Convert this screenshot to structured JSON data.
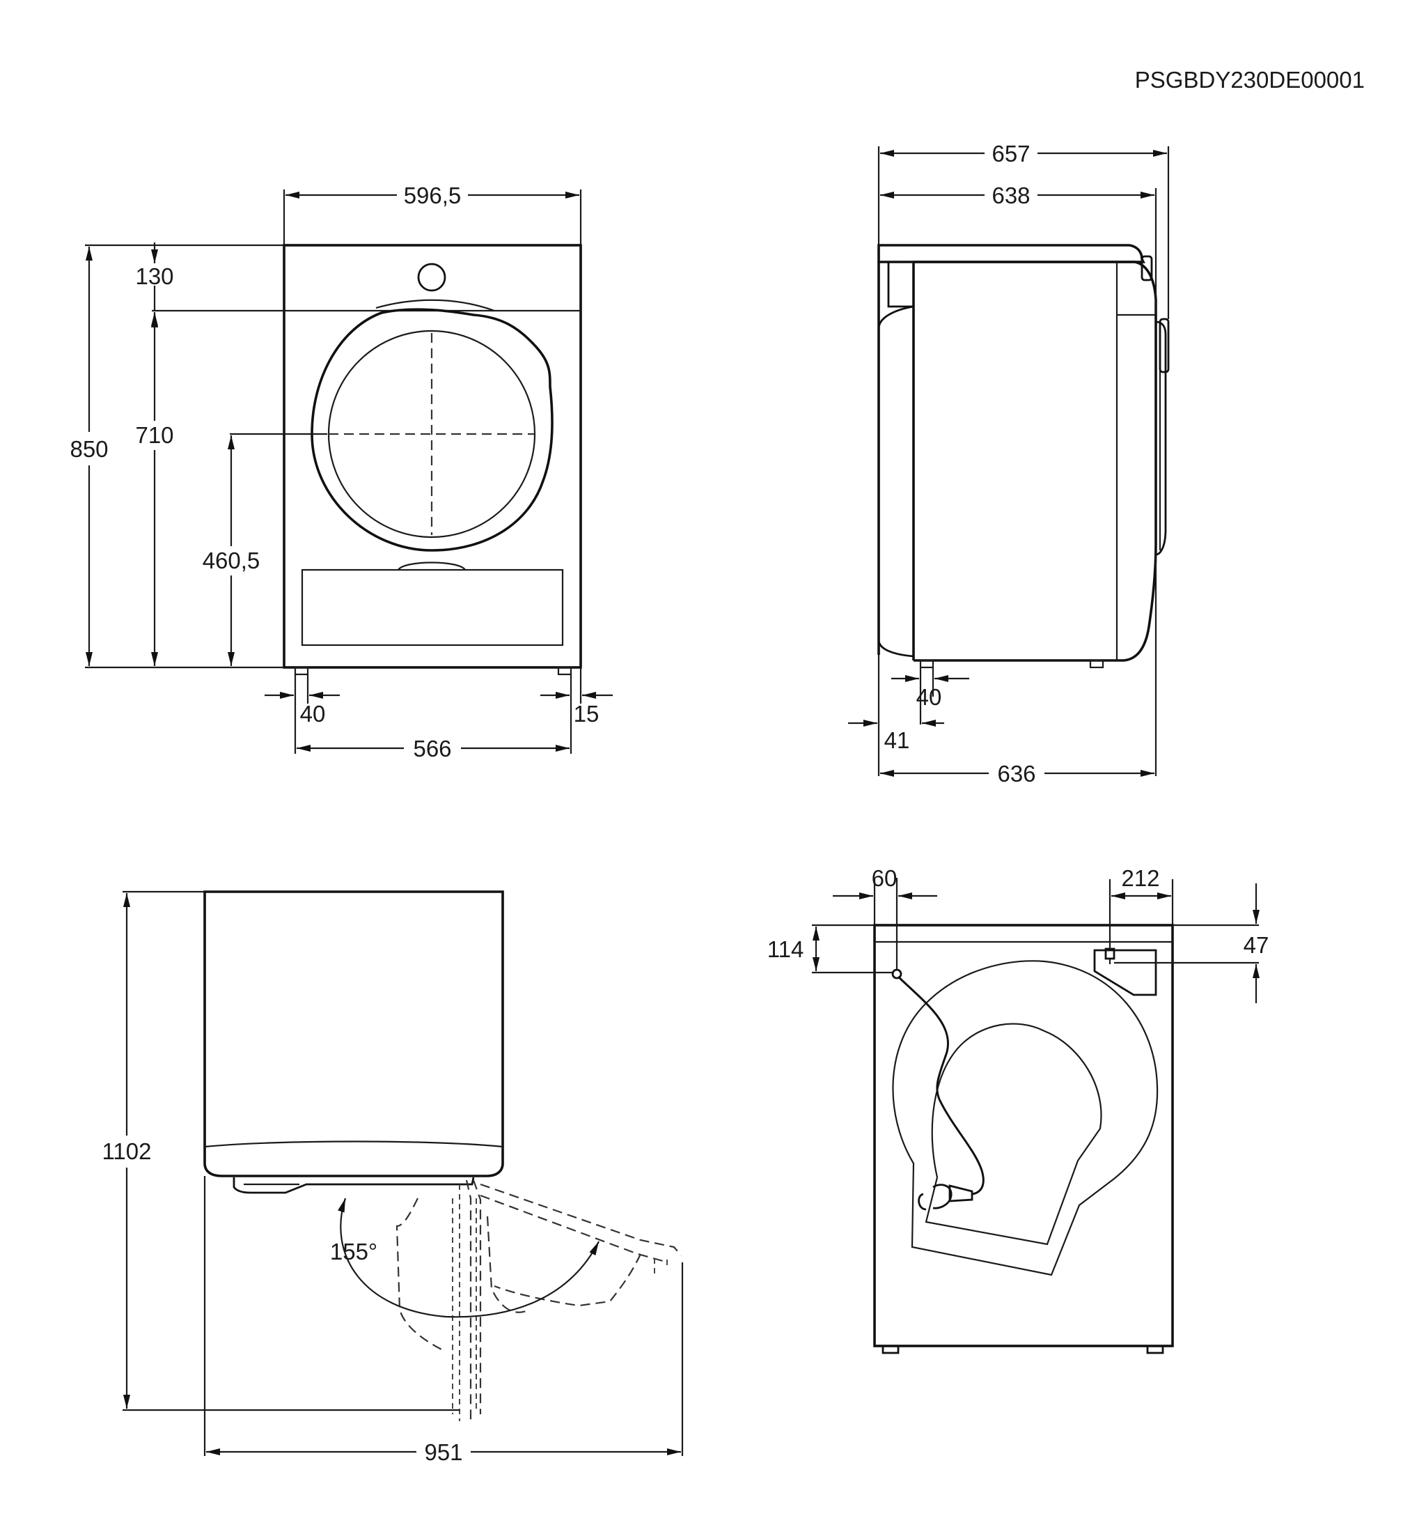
{
  "reference_code": "PSGBDY230DE00001",
  "front_view": {
    "width": "596,5",
    "height_total": "850",
    "top_panel": "130",
    "body_height": "710",
    "door_center_height": "460,5",
    "foot_inset_left": "40",
    "foot_inset_right": "15",
    "feet_span": "566"
  },
  "side_view": {
    "depth_total": "657",
    "depth_top": "638",
    "foot_offset": "40",
    "front_offset": "41",
    "depth_feet": "636"
  },
  "top_view": {
    "depth_door_open": "1102",
    "width_door_open": "951",
    "door_angle": "155°"
  },
  "rear_view": {
    "cable_offset_side": "60",
    "cable_offset_top": "114",
    "outlet_offset_side": "212",
    "outlet_offset_top": "47"
  }
}
